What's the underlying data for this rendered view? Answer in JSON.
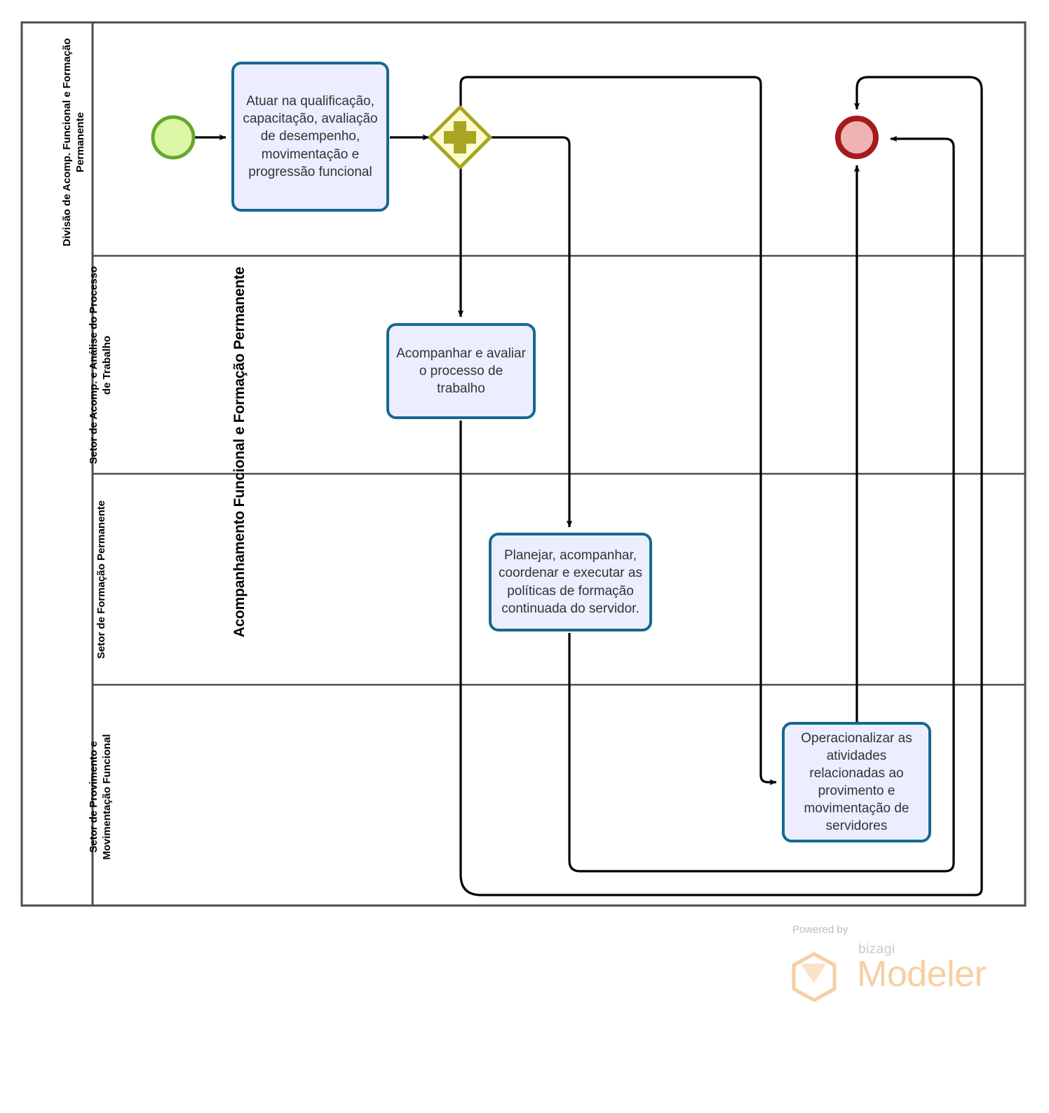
{
  "diagram": {
    "type": "bpmn-pool-lanes",
    "pool": {
      "label": "Acompanhamento Funcional e Formação Permanente"
    },
    "lanes": [
      {
        "id": "lane-divisao",
        "label": "Divisão de Acomp. Funcional e Formação Permanente"
      },
      {
        "id": "lane-analise",
        "label": "Setor de Acomp. e Análise do Processo de Trabalho"
      },
      {
        "id": "lane-formacao",
        "label": "Setor de Formação Permanente"
      },
      {
        "id": "lane-provimento",
        "label": "Setor de Provimento e Movimentação Funcional"
      }
    ],
    "events": [
      {
        "id": "start-event",
        "kind": "start",
        "lane": 0,
        "fill": "#dcf7a6",
        "stroke": "#62a92b"
      },
      {
        "id": "end-event",
        "kind": "end",
        "lane": 0,
        "fill": "#efb3b4",
        "stroke": "#a41a1f"
      }
    ],
    "gateways": [
      {
        "id": "parallel-gateway",
        "kind": "parallel",
        "symbol": "+",
        "lane": 0,
        "fill": "#fdfbd0",
        "stroke": "#a8a524"
      }
    ],
    "tasks": [
      {
        "id": "task-atuar-qualificacao",
        "lane": 0,
        "label": "Atuar na qualificação, capacitação, avaliação de desempenho, movimentação e progressão funcional"
      },
      {
        "id": "task-acompanhar-avaliar",
        "lane": 1,
        "label": "Acompanhar e avaliar o processo de trabalho"
      },
      {
        "id": "task-planejar-formacao",
        "lane": 2,
        "label": "Planejar, acompanhar, coordenar e executar as políticas de formação continuada do servidor."
      },
      {
        "id": "task-operacionalizar-provimento",
        "lane": 3,
        "label": "Operacionalizar as atividades relacionadas ao provimento e movimentação de servidores"
      }
    ],
    "flows": [
      {
        "from": "start-event",
        "to": "task-atuar-qualificacao"
      },
      {
        "from": "task-atuar-qualificacao",
        "to": "parallel-gateway"
      },
      {
        "from": "parallel-gateway",
        "to": "task-acompanhar-avaliar"
      },
      {
        "from": "parallel-gateway",
        "to": "task-planejar-formacao"
      },
      {
        "from": "parallel-gateway",
        "to": "task-operacionalizar-provimento"
      },
      {
        "from": "task-acompanhar-avaliar",
        "to": "end-event"
      },
      {
        "from": "task-planejar-formacao",
        "to": "end-event"
      },
      {
        "from": "task-operacionalizar-provimento",
        "to": "end-event"
      }
    ],
    "colors": {
      "task_fill": "#eceeff",
      "task_stroke": "#15698f",
      "pool_stroke": "#4d4d4d",
      "flow_stroke": "#000000"
    }
  },
  "footer": {
    "powered_by": "Powered by",
    "brand": "bizagi",
    "product": "Modeler",
    "logo_color": "#f6cfa3"
  }
}
